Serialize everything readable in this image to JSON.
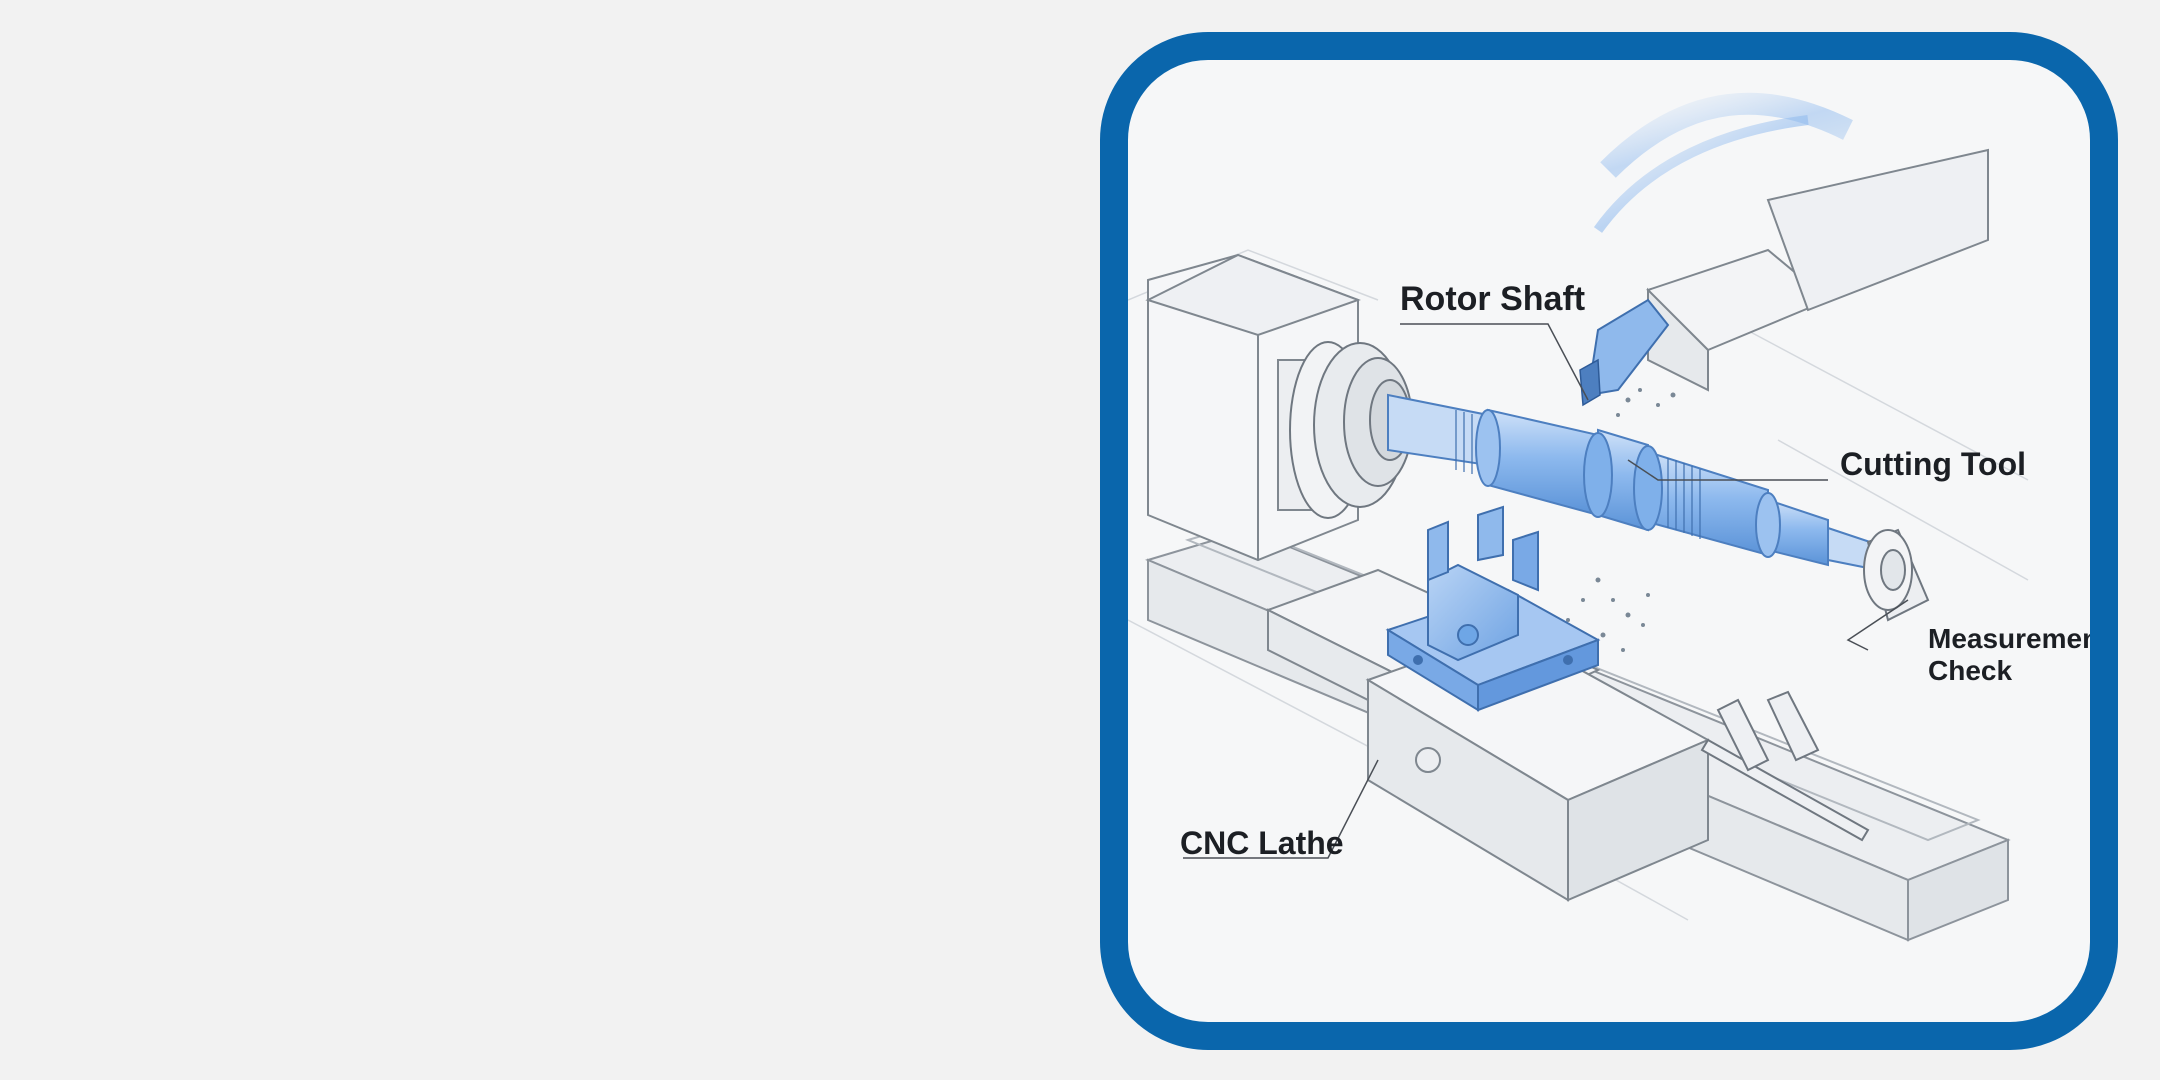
{
  "illustration": {
    "accent_color": "#0a66ac",
    "highlight_color": "#6ea6e6",
    "labels": {
      "rotor_shaft": "Rotor Shaft",
      "cutting_tool": "Cutting Tool",
      "measurement_line1": "Measurement",
      "measurement_line2": "Check",
      "cnc_lathe": "CNC Lathe"
    }
  }
}
